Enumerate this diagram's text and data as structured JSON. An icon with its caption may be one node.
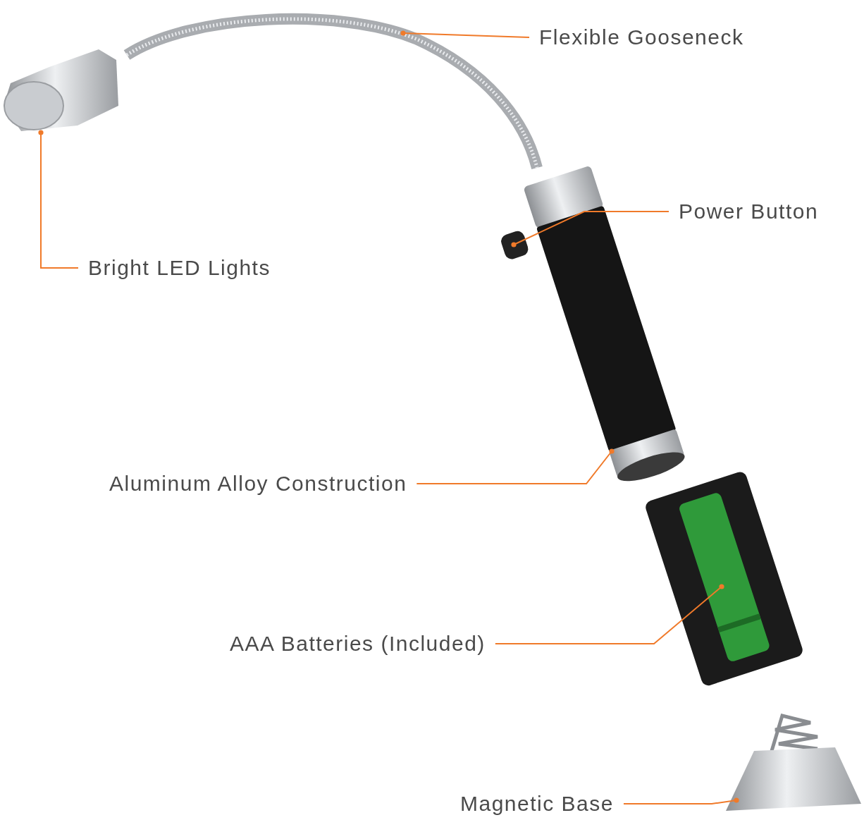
{
  "diagram": {
    "nodes": [
      {
        "text": [],
        "shape": "picture"
      },
      {
        "text": [
          "Flexible Gooseneck"
        ]
      },
      {
        "text": [],
        "shape": "picture"
      },
      {
        "text": [
          "Power Button"
        ]
      },
      {
        "text": [],
        "shape": "box"
      },
      {
        "text": [
          "Bright LED Lights"
        ]
      },
      {
        "text": [],
        "shape": "picture"
      },
      {
        "text": [
          "Aluminum Alloy Construction"
        ]
      },
      {
        "text": [],
        "shape": "picture"
      },
      {
        "text": [
          "AAA Batteries (Included)"
        ]
      },
      {
        "text": [],
        "shape": "picture"
      },
      {
        "text": [
          "Magnetic Base"
        ]
      }
    ],
    "edges": [
      {
        "from": 1,
        "to": 0,
        "arrow": "other"
      },
      {
        "from": 3,
        "to": 4,
        "arrow": "other"
      },
      {
        "from": 5,
        "to": 2,
        "arrow": "other"
      },
      {
        "from": 7,
        "to": 6,
        "arrow": "other"
      },
      {
        "from": 9,
        "to": 8,
        "arrow": "other"
      },
      {
        "from": 11,
        "to": 10,
        "arrow": "other"
      }
    ]
  }
}
